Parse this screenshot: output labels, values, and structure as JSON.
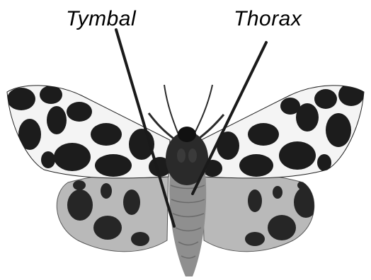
{
  "labels": {
    "tymbal": "Tymbal",
    "thorax": "Thorax"
  },
  "figure": {
    "subject": "moth-dorsal-view",
    "palette": {
      "wing_light": "#f4f4f4",
      "wing_dark": "#1c1c1c",
      "hindwing": "#b9b9b9",
      "hindwing_spot": "#262626",
      "body": "#8f8f8f",
      "thorax": "#2a2a2a",
      "pointer": "#1a1a1a"
    }
  }
}
